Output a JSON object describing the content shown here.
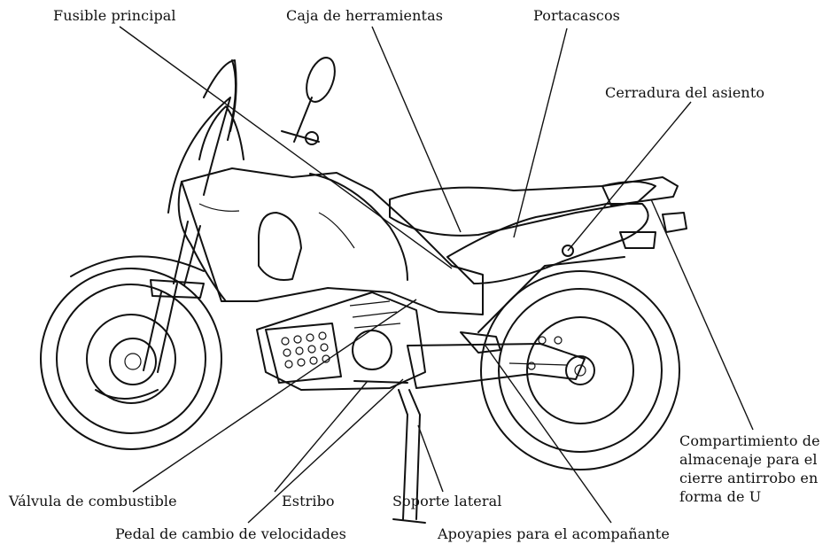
{
  "labels": {
    "fusible_principal": "Fusible principal",
    "caja_herramientas": "Caja de herramientas",
    "portacascos": "Portacascos",
    "cerradura_asiento": "Cerradura del asiento",
    "compartimiento_line1": "Compartimiento de",
    "compartimiento_line2": "almacenaje para el",
    "compartimiento_line3": "cierre antirrobo en",
    "compartimiento_line4": "forma de U",
    "valvula_combustible": "Válvula de combustible",
    "estribo": "Estribo",
    "soporte_lateral": "Soporte lateral",
    "pedal_cambio": "Pedal de cambio de velocidades",
    "apoyapies": "Apoyapies para el acompañante"
  },
  "colors": {
    "ink": "#111111",
    "background": "#ffffff"
  }
}
